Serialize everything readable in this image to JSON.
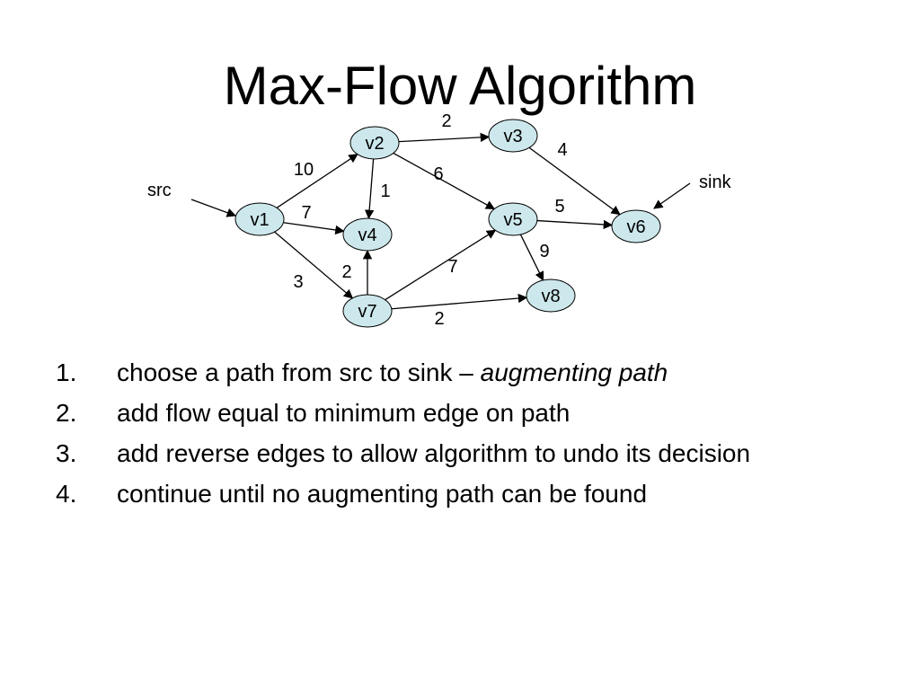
{
  "title": "Max-Flow Algorithm",
  "graph": {
    "src_label": "src",
    "sink_label": "sink",
    "nodes": [
      {
        "id": "v1",
        "label": "v1"
      },
      {
        "id": "v2",
        "label": "v2"
      },
      {
        "id": "v3",
        "label": "v3"
      },
      {
        "id": "v4",
        "label": "v4"
      },
      {
        "id": "v5",
        "label": "v5"
      },
      {
        "id": "v6",
        "label": "v6"
      },
      {
        "id": "v7",
        "label": "v7"
      },
      {
        "id": "v8",
        "label": "v8"
      }
    ],
    "edges": [
      {
        "from": "v1",
        "to": "v2",
        "capacity": "10"
      },
      {
        "from": "v1",
        "to": "v4",
        "capacity": "7"
      },
      {
        "from": "v1",
        "to": "v7",
        "capacity": "3"
      },
      {
        "from": "v2",
        "to": "v3",
        "capacity": "2"
      },
      {
        "from": "v2",
        "to": "v4",
        "capacity": "1"
      },
      {
        "from": "v2",
        "to": "v5",
        "capacity": "6"
      },
      {
        "from": "v3",
        "to": "v6",
        "capacity": "4"
      },
      {
        "from": "v5",
        "to": "v6",
        "capacity": "5"
      },
      {
        "from": "v5",
        "to": "v8",
        "capacity": "9"
      },
      {
        "from": "v7",
        "to": "v4",
        "capacity": "2"
      },
      {
        "from": "v7",
        "to": "v5",
        "capacity": "7"
      },
      {
        "from": "v7",
        "to": "v8",
        "capacity": "2"
      }
    ]
  },
  "steps": [
    {
      "num": "1.",
      "text": "choose a path from src to sink – ",
      "emphasis": "augmenting path"
    },
    {
      "num": "2.",
      "text": "add flow equal to minimum edge on path",
      "emphasis": ""
    },
    {
      "num": "3.",
      "text": "add reverse edges to allow algorithm to undo its decision",
      "emphasis": ""
    },
    {
      "num": "4.",
      "text": "continue until no augmenting path can be found",
      "emphasis": ""
    }
  ],
  "colors": {
    "node_fill": "#cde8ec",
    "node_stroke": "#000000",
    "edge": "#000000"
  }
}
